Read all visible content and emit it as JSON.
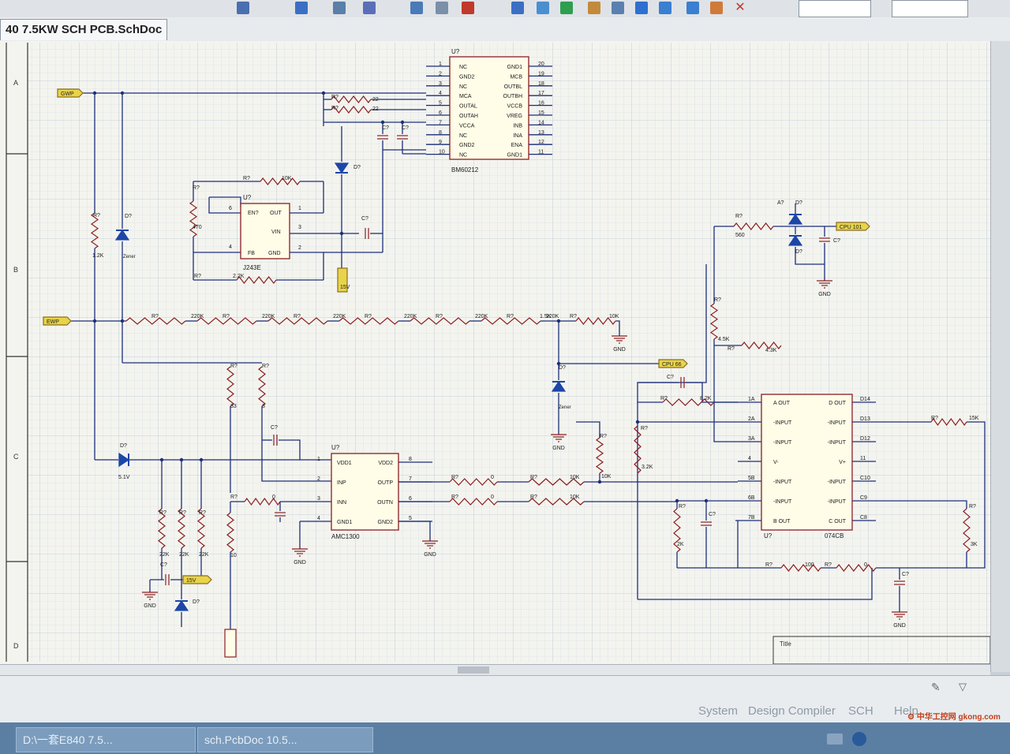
{
  "document": {
    "tab_title": "40 7.5KW SCH PCB.SchDoc"
  },
  "panel_tabs": [
    "System",
    "Design Compiler",
    "SCH",
    "Help"
  ],
  "taskbar": {
    "item1": "D:\\一套E840 7.5...",
    "item2": "sch.PcbDoc 10.5..."
  },
  "watermark": "中华工控网 gkong.com",
  "sheet": {
    "row_labels": [
      "A",
      "B",
      "C",
      "D"
    ],
    "title_block_label": "Title"
  },
  "schematic": {
    "ports": {
      "gwp": "GWP",
      "ewp": "EWP",
      "cpu101": "CPU 101",
      "cpu66": "CPU 66",
      "v15a": "15V",
      "v15b": "15V"
    },
    "bm": {
      "ref": "U?",
      "part": "BM60212",
      "left_nums": [
        "1",
        "2",
        "3",
        "4",
        "5",
        "6",
        "7",
        "8",
        "9",
        "10"
      ],
      "left_names": [
        "NC",
        "GND2",
        "NC",
        "MCA",
        "OUTAL",
        "OUTAH",
        "VCCA",
        "NC",
        "GND2",
        "NC"
      ],
      "right_nums": [
        "20",
        "19",
        "18",
        "17",
        "16",
        "15",
        "14",
        "13",
        "12",
        "11"
      ],
      "right_names": [
        "GND1",
        "MCB",
        "OUTBL",
        "OUTBH",
        "VCCB",
        "VREG",
        "INB",
        "INA",
        "ENA",
        "GND1"
      ]
    },
    "reg": {
      "ref": "U?",
      "part": "J243E",
      "pins": [
        "EN?",
        "OUT",
        "VIN",
        "FB",
        "GND"
      ],
      "pin_nums": [
        "6",
        "1",
        "3",
        "4",
        "2"
      ]
    },
    "amc": {
      "ref": "U?",
      "part": "AMC1300",
      "left_names": [
        "VDD1",
        "INP",
        "INN",
        "GND1"
      ],
      "left_nums": [
        "1",
        "2",
        "3",
        "4"
      ],
      "right_names": [
        "VDD2",
        "OUTP",
        "OUTN",
        "GND2"
      ],
      "right_nums": [
        "8",
        "7",
        "6",
        "5"
      ]
    },
    "opamp": {
      "ref": "U?",
      "part": "074CB",
      "left_names": [
        "A OUT",
        "-INPUT",
        "-INPUT",
        "V-",
        "-INPUT",
        "-INPUT",
        "B OUT"
      ],
      "left_pins": [
        "1A",
        "2A",
        "3A",
        "4",
        "5B",
        "6B",
        "7B"
      ],
      "right_names": [
        "D OUT",
        "-INPUT",
        "-INPUT",
        "V+",
        "-INPUT",
        "-INPUT",
        "C OUT"
      ],
      "right_pins": [
        "D14",
        "D13",
        "D12",
        "11",
        "C10",
        "C9",
        "C8"
      ]
    },
    "labels": {
      "r": "R?",
      "c": "C?",
      "d": "D?",
      "a": "A?",
      "gnd": "GND",
      "zener": "Zener",
      "v51": "5.1V",
      "r22a": "22",
      "r22b": "22",
      "r10k": "10K",
      "r470": "470",
      "r2k2": "2.2K",
      "r1k2": "1.2K",
      "r220k": "220K",
      "r1k5": "1.5K",
      "r10kb": "10K",
      "r560": "560",
      "r4k5": "4.5K",
      "r4k3": "4.3K",
      "r33": "33",
      "r3": "3",
      "r0": "0",
      "r0b": "0",
      "r10kc": "10K",
      "r10kd": "10K",
      "r10ke": "10K",
      "r3k2": "3.2K",
      "r8k2": "8.2K",
      "r2k": "2K",
      "r3k": "3K",
      "r15k": "15K",
      "r100": "100",
      "r0c": "0",
      "r22k": "22K",
      "r10": "10"
    }
  }
}
